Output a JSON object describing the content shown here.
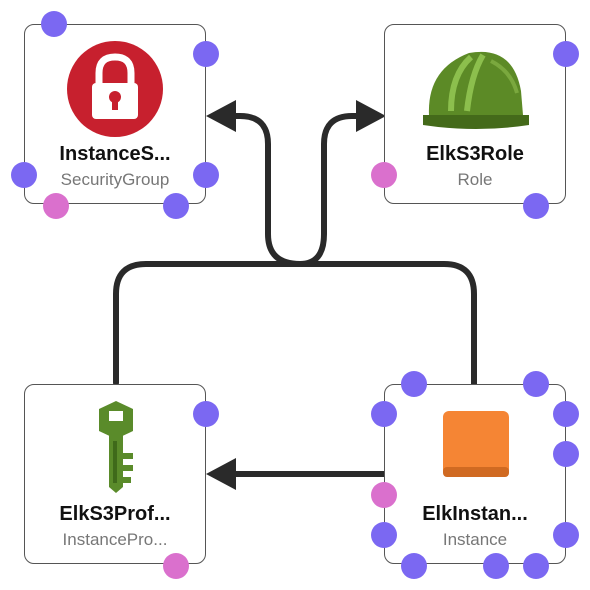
{
  "colors": {
    "port": "#7b68f2",
    "connection": "#da70cd",
    "edge": "#2a2a2a",
    "lock_bg": "#c7202e",
    "helmet": "#5c8a26",
    "key": "#5a8b2a",
    "instance": "#f58534"
  },
  "nodes": [
    {
      "id": "security_group",
      "title": "InstanceS...",
      "type": "SecurityGroup",
      "icon": "lock-icon"
    },
    {
      "id": "role",
      "title": "ElkS3Role",
      "type": "Role",
      "icon": "helmet-icon"
    },
    {
      "id": "instance_profile",
      "title": "ElkS3Prof...",
      "type": "InstancePro...",
      "icon": "key-icon"
    },
    {
      "id": "instance",
      "title": "ElkInstan...",
      "type": "Instance",
      "icon": "ec2-instance-icon"
    }
  ]
}
